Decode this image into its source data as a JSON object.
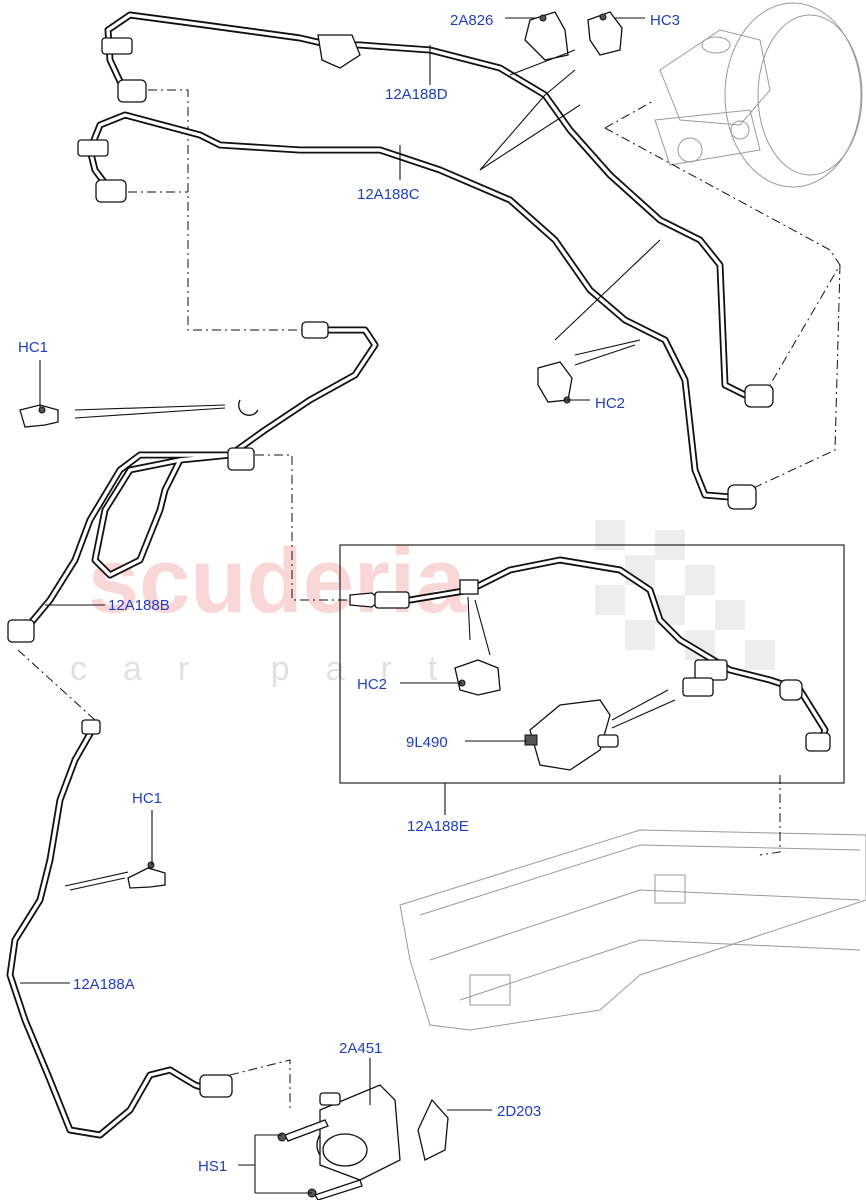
{
  "labels": {
    "2A826": "2A826",
    "HC3": "HC3",
    "12A188D": "12A188D",
    "12A188C": "12A188C",
    "HC1_top": "HC1",
    "HC2_mid": "HC2",
    "12A188B": "12A188B",
    "HC2_box": "HC2",
    "9L490": "9L490",
    "12A188E": "12A188E",
    "HC1_low": "HC1",
    "12A188A": "12A188A",
    "2A451": "2A451",
    "2D203": "2D203",
    "HS1": "HS1"
  },
  "watermark": {
    "brand": "scuderia",
    "tagline": "car parts"
  },
  "colors": {
    "label": "#1f3fbf",
    "line": "#111111",
    "ghost_part": "#9a9a9a",
    "watermark": "#f7c9cc"
  }
}
